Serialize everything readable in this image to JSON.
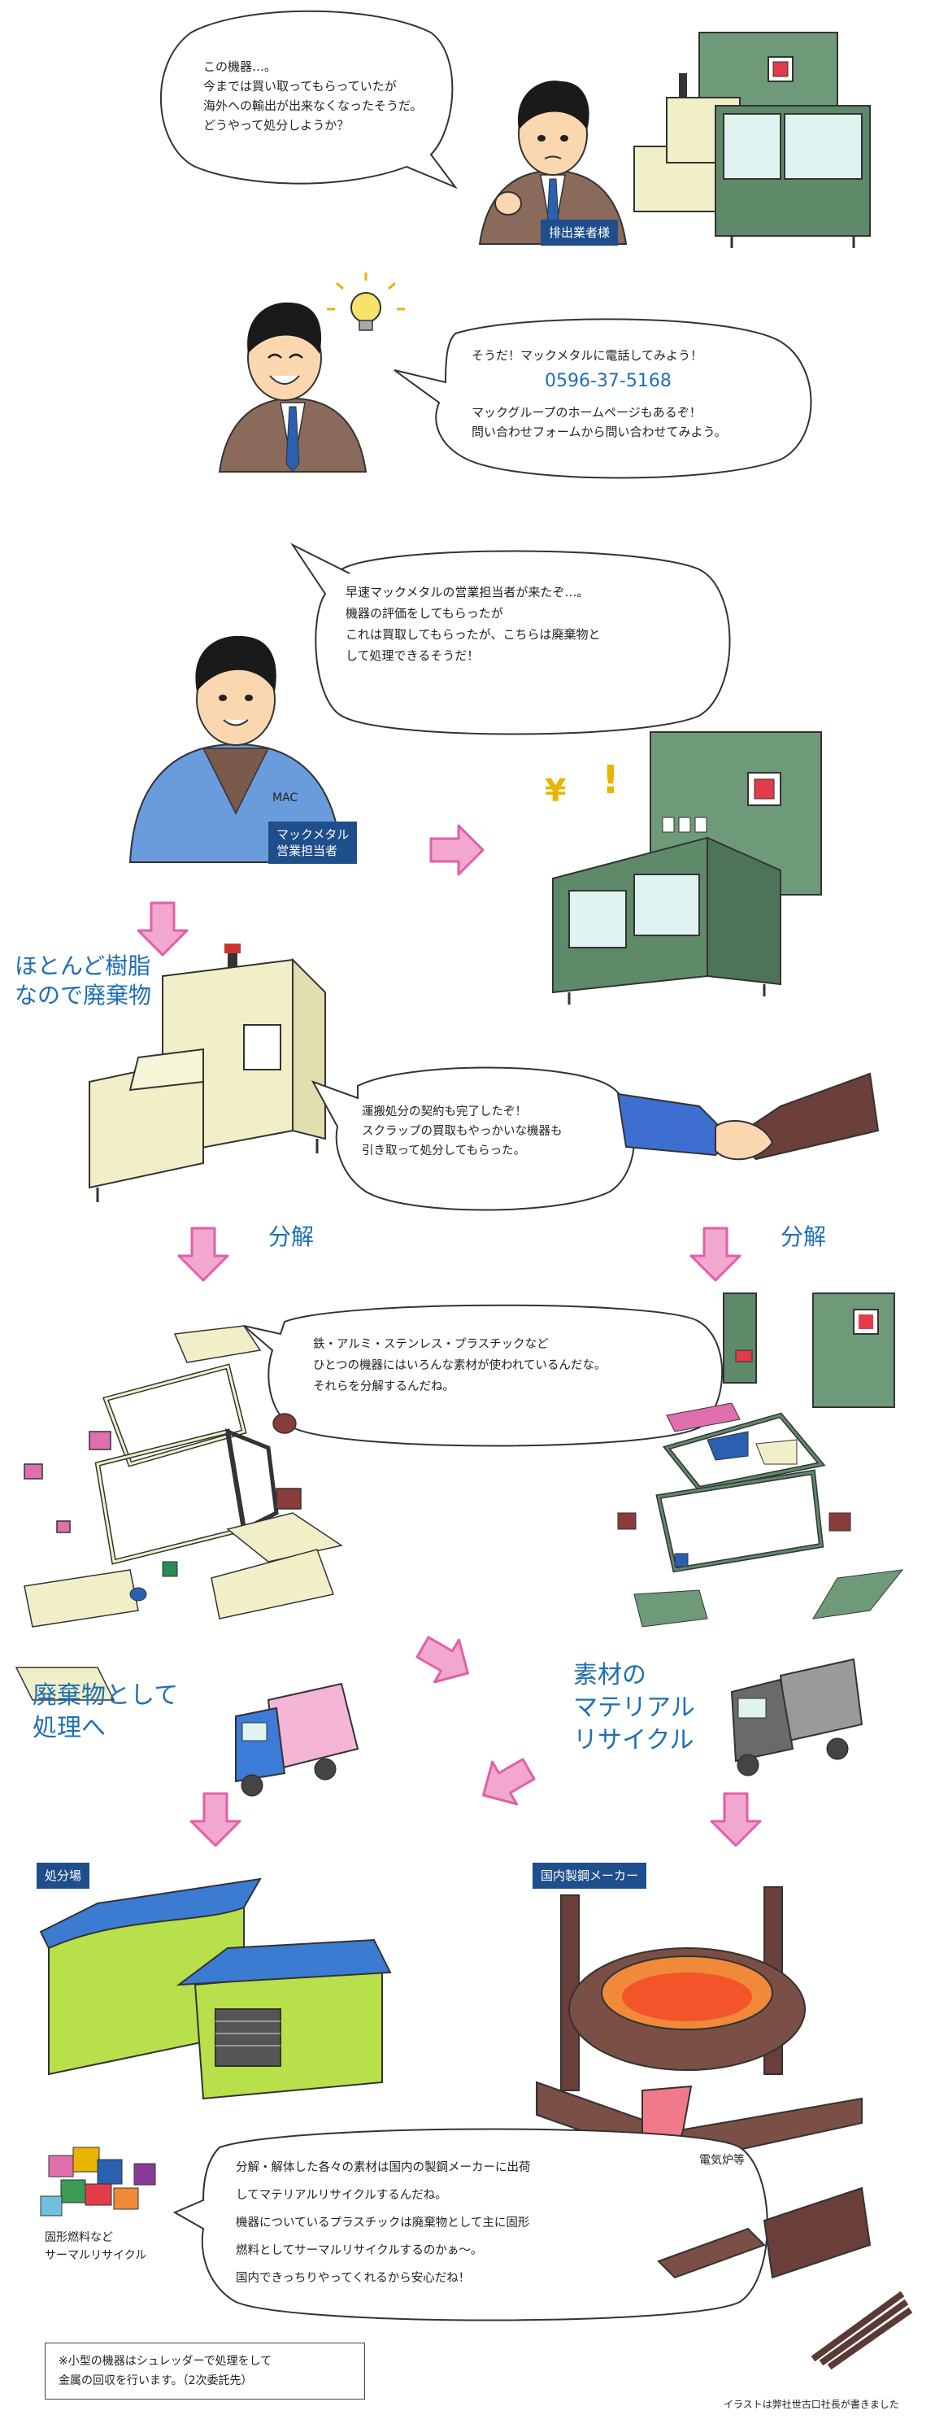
{
  "bubble1": {
    "lines": "この機器…。\n今までは買い取ってもらっていたが\n海外への輸出が出来なくなったそうだ。\nどうやって処分しようか？"
  },
  "tags": {
    "discharger": "排出業者様",
    "mac_rep": "マックメタル\n営業担当者",
    "disposal_site": "処分場",
    "steel_maker": "国内製鋼メーカー"
  },
  "bubble2": {
    "line1": "そうだ！マックメタルに電話してみよう！",
    "phone": "0596-37-5168",
    "line3": "マックグループのホームページもあるぞ！\n問い合わせフォームから問い合わせてみよう。"
  },
  "bubble3": {
    "lines": "早速マックメタルの営業担当者が来たぞ…。\n機器の評価をしてもらったが\nこれは買取してもらったが、こちらは廃棄物と\nして処理できるそうだ！"
  },
  "labels": {
    "mostly_resin": "ほとんど樹脂\nなので廃棄物",
    "disassembly_left": "分解",
    "disassembly_right": "分解",
    "as_waste": "廃棄物として\n処理へ",
    "material_recycle": "素材の\nマテリアル\nリサイクル"
  },
  "bubble4": {
    "lines": "運搬処分の契約も完了したぞ！\nスクラップの買取もやっかいな機器も\n引き取って処分してもらった。"
  },
  "bubble5": {
    "lines": "鉄・アルミ・ステンレス・プラスチックなど\nひとつの機器にはいろんな素材が使われているんだな。\nそれらを分解するんだね。"
  },
  "captions": {
    "electric_furnace": "電気炉等",
    "solid_fuel": "固形燃料など\nサーマルリサイクル"
  },
  "bubble6": {
    "lines": "分解・解体した各々の素材は国内の製鋼メーカーに出荷\nしてマテリアルリサイクルするんだね。\n機器についているプラスチックは廃棄物として主に固形\n燃料としてサーマルリサイクルするのかぁ〜。\n国内できっちりやってくれるから安心だね！"
  },
  "footnote": {
    "lines": "※小型の機器はシュレッダーで処理をして\n金属の回収を行います。（2次委託先）"
  },
  "credit": "イラストは弊社世古口社長が書きました",
  "colors": {
    "accent_blue": "#1e6fb5",
    "tag_navy": "#1f4e8c",
    "arrow_pink": "#e25fa8",
    "machine_green": "#5f8a6a",
    "machine_cream": "#f1efc7",
    "roof_blue": "#3b7bd1",
    "wall_green": "#b7e04a",
    "furnace_brown": "#7a4f45"
  }
}
